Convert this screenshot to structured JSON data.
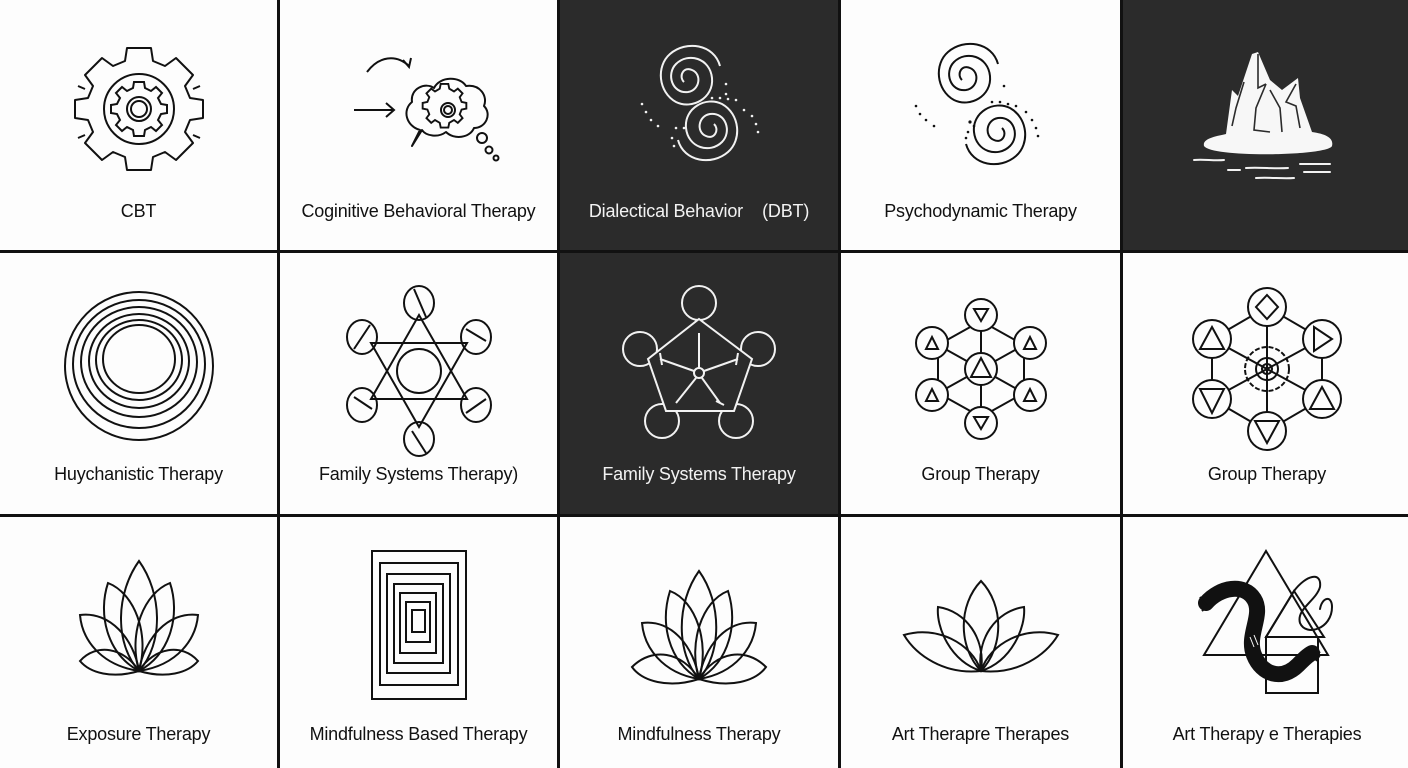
{
  "theme": {
    "light_bg": "#fdfdfd",
    "dark_bg": "#2b2b2b",
    "grid_line": "#111111",
    "ink_dark": "#111111",
    "ink_light": "#f2f2f2"
  },
  "tiles": [
    {
      "label": "CBT",
      "icon": "gear-icon",
      "variant": "light"
    },
    {
      "label": "Coginitive Behavioral Therapy",
      "icon": "thought-bubble-gear-icon",
      "variant": "light"
    },
    {
      "label": "Dialectical Behavior    (DBT)",
      "icon": "double-spiral-icon",
      "variant": "dark"
    },
    {
      "label": "Psychodynamic Therapy",
      "icon": "double-spiral-icon",
      "variant": "light"
    },
    {
      "label": "",
      "icon": "iceberg-icon",
      "variant": "dark"
    },
    {
      "label": "Huychanistic Therapy",
      "icon": "concentric-circles-icon",
      "variant": "light"
    },
    {
      "label": "Family Systems Therapy)",
      "icon": "hexagram-network-icon",
      "variant": "light"
    },
    {
      "label": "Family Systems Therapy",
      "icon": "pentagon-network-icon",
      "variant": "dark"
    },
    {
      "label": "Group Therapy",
      "icon": "hexagon-triangles-network-icon",
      "variant": "light"
    },
    {
      "label": "Group Therapy",
      "icon": "hexagon-shapes-network-icon",
      "variant": "light"
    },
    {
      "label": "Exposure Therapy",
      "icon": "lotus-icon",
      "variant": "light"
    },
    {
      "label": "Mindfulness Based Therapy",
      "icon": "concentric-squares-icon",
      "variant": "light"
    },
    {
      "label": "Mindfulness Therapy",
      "icon": "lotus-icon",
      "variant": "light"
    },
    {
      "label": "Art Therapre Therapes",
      "icon": "lotus-wide-icon",
      "variant": "light"
    },
    {
      "label": "Art Therapy e Therapies",
      "icon": "brushstroke-triangle-icon",
      "variant": "light"
    }
  ]
}
